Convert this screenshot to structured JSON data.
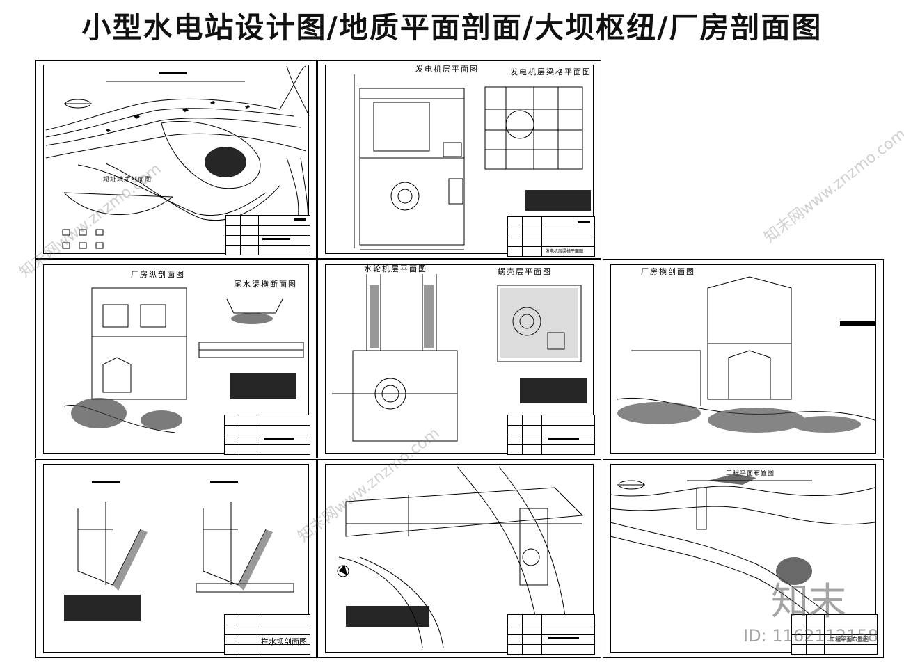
{
  "page_title": "小型水电站设计图/地质平面剖面/大坝枢纽/厂房剖面图",
  "sheets": {
    "s1": {
      "label": "坝址地质剖面图"
    },
    "s2": {
      "label_a": "发电机层平面图",
      "label_b": "发电机层梁格平面图",
      "small_label": "发电机层梁格平面图"
    },
    "s4": {
      "label_a": "厂房纵剖面图",
      "label_b": "尾水渠横断面图"
    },
    "s5": {
      "label_a": "水轮机层平面图",
      "label_b": "蜗壳层平面图"
    },
    "s6": {
      "label": "厂房横剖面图"
    },
    "s7": {
      "title_block_name": "拦水坝剖面图"
    },
    "s9": {
      "label": "工程平面布置图",
      "title_block_name": "工程平面布置图"
    }
  },
  "watermark": {
    "text": "知末网www.znzmo.com",
    "logo": "知末",
    "id": "ID: 1162112158"
  }
}
